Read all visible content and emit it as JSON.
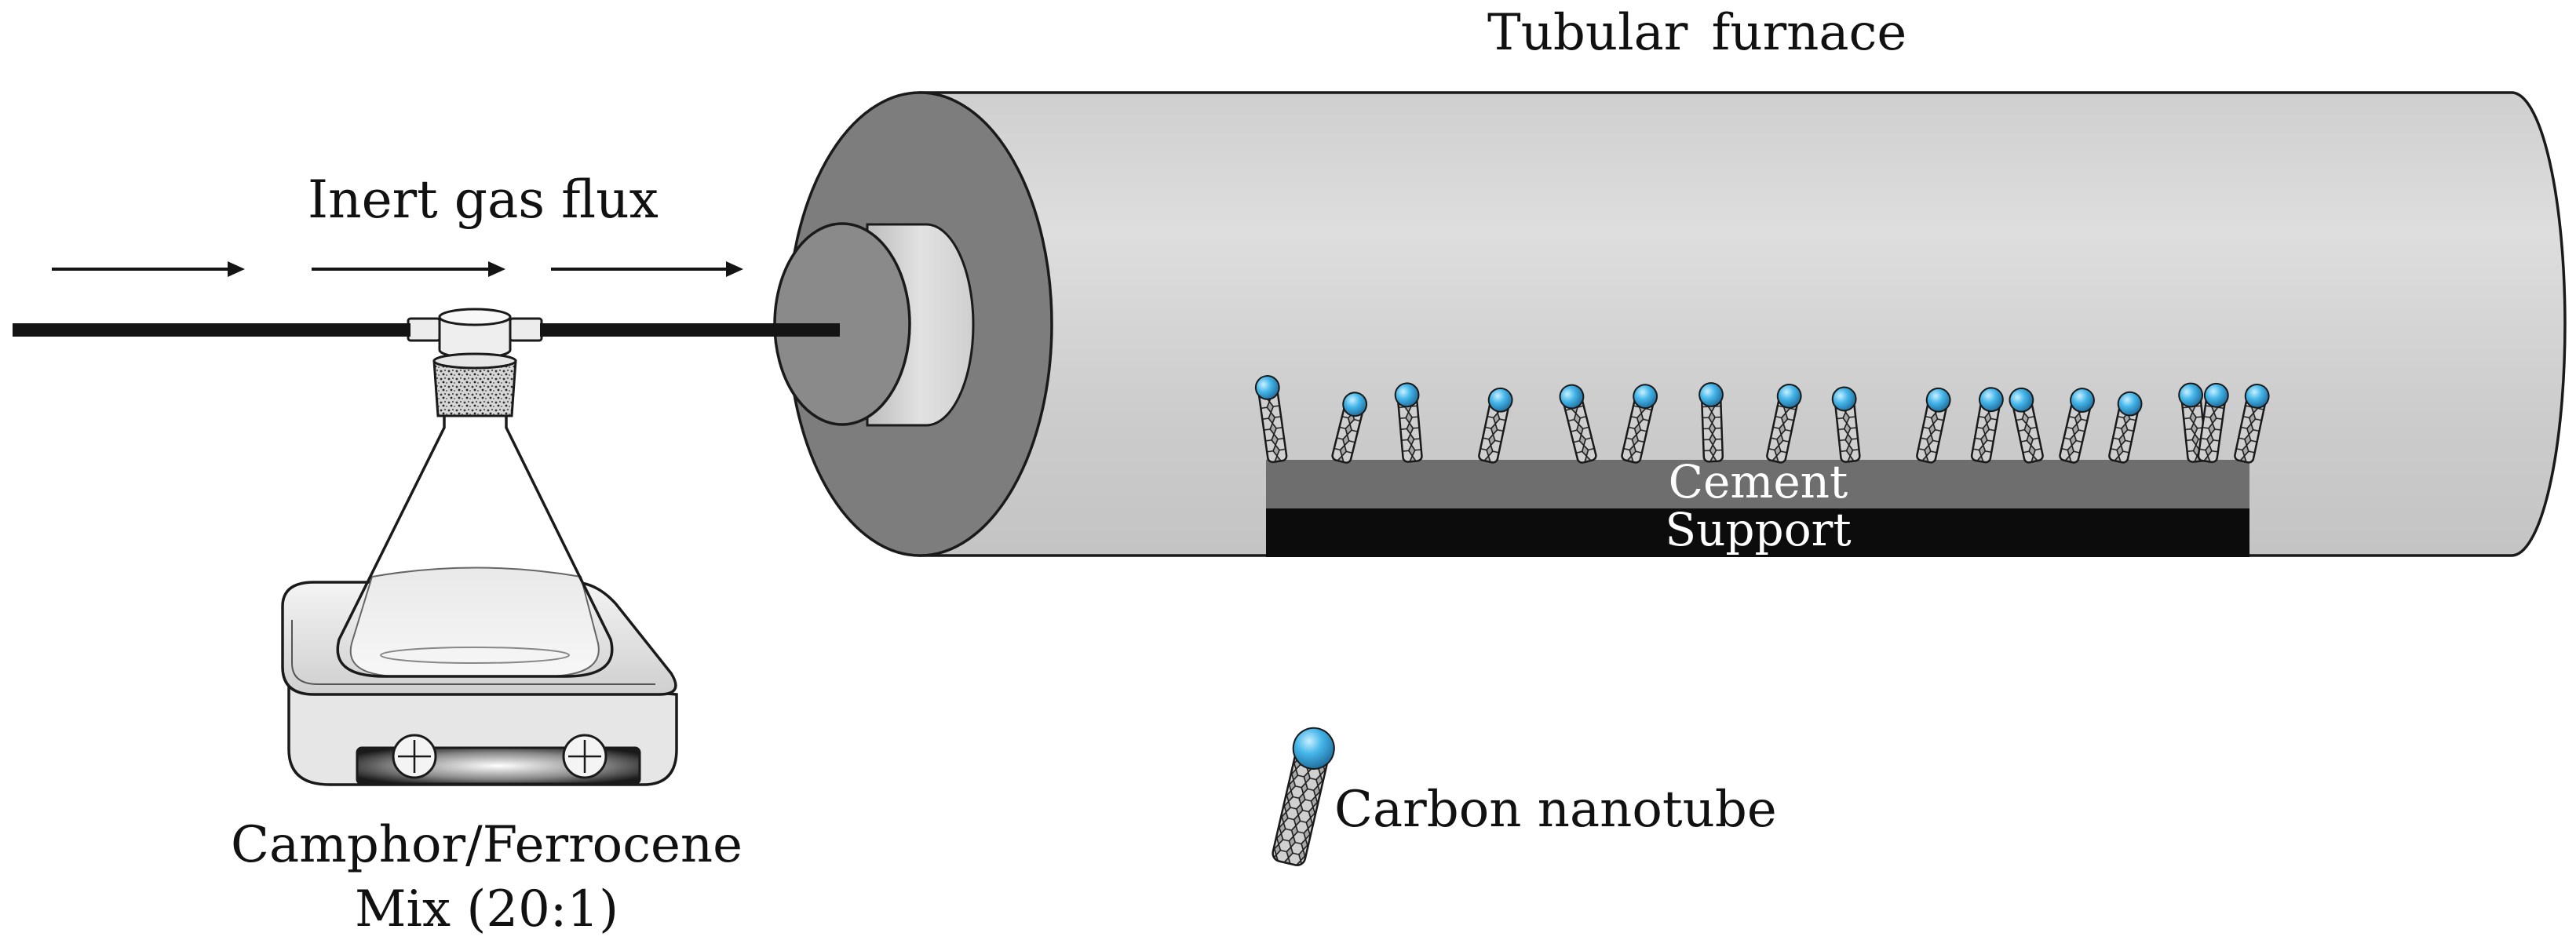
{
  "labels": {
    "furnace": "Tubular  furnace",
    "gas_flux": "Inert gas flux",
    "cement": "Cement",
    "support": "Support",
    "carbon_nanotube": "Carbon nanotube",
    "mix_line1": "Camphor/Ferrocene",
    "mix_line2": "Mix (20:1)"
  },
  "colors": {
    "furnace_body": "#d2d2d2",
    "furnace_face": "#7a7a7a",
    "inlet_cap": "#8a8a8a",
    "inlet_core": "#d8d8d8",
    "cement": "#6e6e6e",
    "support": "#0c0c0c",
    "nanotube_body": "#9a9a9a",
    "nanotube_cap": "#35a8e0",
    "tube_line": "#141414"
  },
  "nanotube_count": 17
}
